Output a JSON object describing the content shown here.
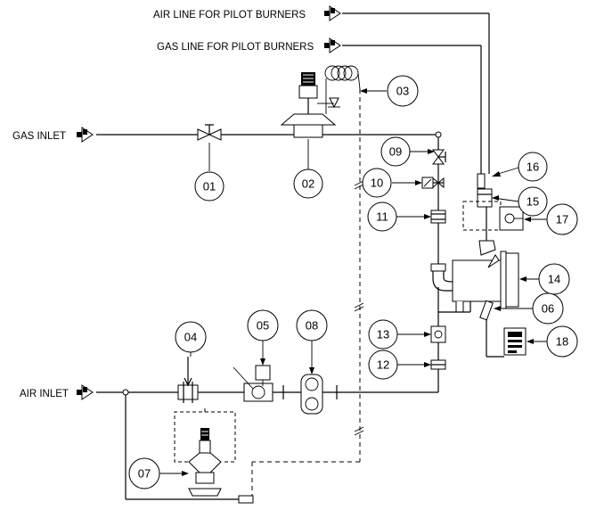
{
  "labels": {
    "air_pilot": "AIR LINE FOR PILOT BURNERS",
    "gas_pilot": "GAS LINE FOR PILOT BURNERS",
    "gas_inlet": "GAS INLET",
    "air_inlet": "AIR INLET"
  },
  "callouts": {
    "c01": "01",
    "c02": "02",
    "c03": "03",
    "c04": "04",
    "c05": "05",
    "c06": "06",
    "c07": "07",
    "c08": "08",
    "c09": "09",
    "c10": "10",
    "c11": "11",
    "c12": "12",
    "c13": "13",
    "c14": "14",
    "c15": "15",
    "c16": "16",
    "c17": "17",
    "c18": "18"
  },
  "icons": {
    "flow_arrow": "flow-direction-arrow-icon"
  }
}
